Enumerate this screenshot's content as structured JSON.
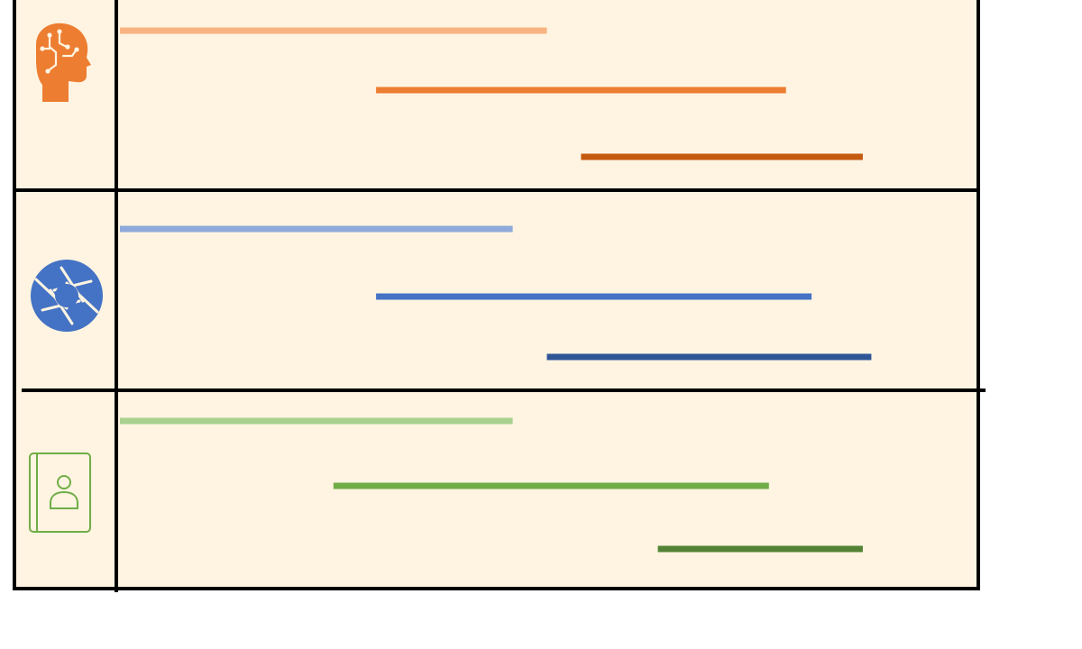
{
  "colors": {
    "panel": "#FEF4E1",
    "border": "#000000"
  },
  "lanes": [
    {
      "icon": "ai-head-icon",
      "color": "#ED7D31",
      "bars": [
        {
          "start": 0.0,
          "end": 0.5,
          "color": "#F8B381"
        },
        {
          "start": 0.3,
          "end": 0.78,
          "color": "#ED7D31"
        },
        {
          "start": 0.54,
          "end": 0.87,
          "color": "#C55A11"
        }
      ]
    },
    {
      "icon": "camera-aperture-icon",
      "color": "#4472C4",
      "bars": [
        {
          "start": 0.0,
          "end": 0.46,
          "color": "#8EAADB"
        },
        {
          "start": 0.3,
          "end": 0.81,
          "color": "#4472C4"
        },
        {
          "start": 0.5,
          "end": 0.88,
          "color": "#2F5597"
        }
      ]
    },
    {
      "icon": "contact-book-icon",
      "color": "#70AD47",
      "bars": [
        {
          "start": 0.0,
          "end": 0.46,
          "color": "#A9D18E"
        },
        {
          "start": 0.25,
          "end": 0.76,
          "color": "#70AD47"
        },
        {
          "start": 0.63,
          "end": 0.87,
          "color": "#548235"
        }
      ]
    }
  ]
}
